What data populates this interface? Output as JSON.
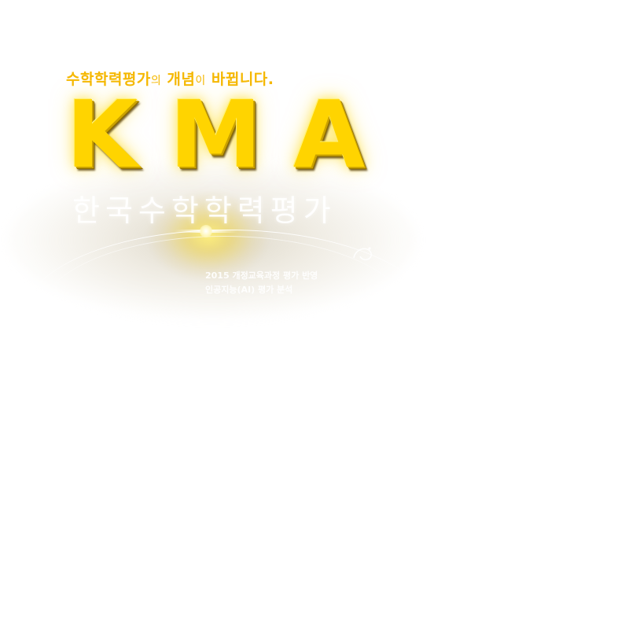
{
  "headline": {
    "part1": "수학학력평가",
    "part2": "의",
    "part3": " 개념",
    "part4": "이",
    "part5": " 바뀝니다."
  },
  "logo_text": "KMA",
  "subtitle": "한국수학학력평가",
  "features": [
    "2015 개정교육과정 평가 반영",
    "인공지능(AI) 평가 분석"
  ],
  "colors": {
    "headline": "#f5b800",
    "logo": "#ffd400",
    "background": "#ffffff"
  }
}
